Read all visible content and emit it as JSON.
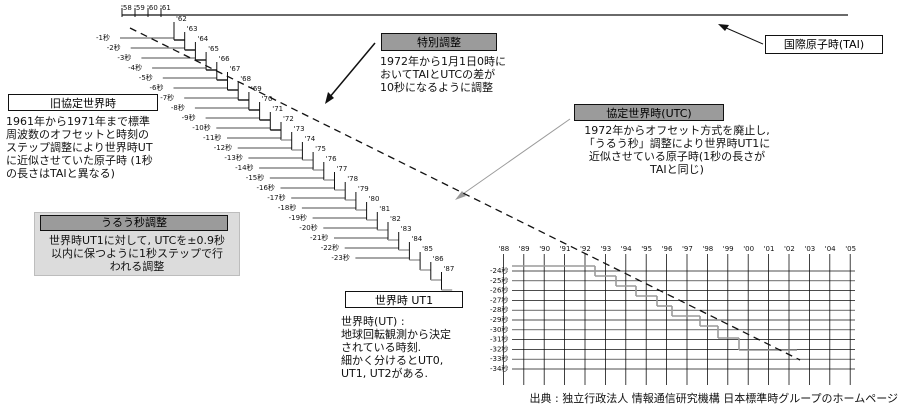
{
  "tai": {
    "label": "国際原子時(TAI)"
  },
  "special": {
    "title": "特別調整",
    "lines": [
      "1972年から1月1日0時に",
      "おいてTAIとUTCの差が",
      "10秒になるように調整"
    ]
  },
  "old_utc": {
    "title": "旧協定世界時",
    "lines": [
      "1961年から1971年まで標準",
      "周波数のオフセットと時刻の",
      "ステップ調整により世界時UT",
      "に近似させていた原子時 (1秒",
      "の長さはTAIと異なる)"
    ]
  },
  "utc": {
    "title": "協定世界時(UTC)",
    "lines": [
      "1972年からオフセット方式を廃止し,",
      "「うるう秒」調整により世界時UT1に",
      "近似させている原子時(1秒の長さが",
      "TAIと同じ)"
    ]
  },
  "leap": {
    "title": "うるう秒調整",
    "lines": [
      "世界時UT1に対して, UTCを±0.9秒",
      "以内に保つように1秒ステップで行",
      "われる調整"
    ]
  },
  "ut1": {
    "title": "世界時 UT1",
    "lines": [
      "世界時(UT) :",
      "地球回転観測から決定",
      "されている時刻.",
      "細かく分けるとUT0,",
      "UT1, UT2がある."
    ]
  },
  "source": "出典 : 独立行政法人 情報通信研究機構 日本標準時グループのホームページ",
  "years_top": [
    "'58",
    "'59",
    "'60",
    "'61"
  ],
  "years_step": [
    "'62",
    "'63",
    "'64",
    "'65",
    "'66",
    "'67",
    "'68",
    "'69",
    "'70",
    "'71",
    "'72",
    "'73",
    "'74",
    "'75",
    "'76",
    "'77",
    "'78",
    "'79",
    "'80",
    "'81",
    "'82",
    "'83",
    "'84",
    "'85",
    "'86",
    "'87"
  ],
  "years_grid": [
    "'88",
    "'89",
    "'90",
    "'91",
    "'92",
    "'93",
    "'94",
    "'95",
    "'96",
    "'97",
    "'98",
    "'99",
    "'00",
    "'01",
    "'02",
    "'03",
    "'04",
    "'05"
  ],
  "seconds": [
    "-1秒",
    "-2秒",
    "-3秒",
    "-4秒",
    "-5秒",
    "-6秒",
    "-7秒",
    "-8秒",
    "-9秒",
    "-10秒",
    "-11秒",
    "-12秒",
    "-13秒",
    "-14秒",
    "-15秒",
    "-16秒",
    "-17秒",
    "-18秒",
    "-19秒",
    "-20秒",
    "-21秒",
    "-22秒",
    "-23秒",
    "-24秒",
    "-25秒",
    "-26秒",
    "-27秒",
    "-28秒",
    "-29秒",
    "-30秒",
    "-31秒",
    "-32秒",
    "-33秒",
    "-34秒"
  ],
  "colors": {
    "utc_line": "#9a9a9a",
    "box_fill": "#9b9b9b",
    "box_fill_light": "#dcdcdc",
    "ink": "#111111"
  }
}
